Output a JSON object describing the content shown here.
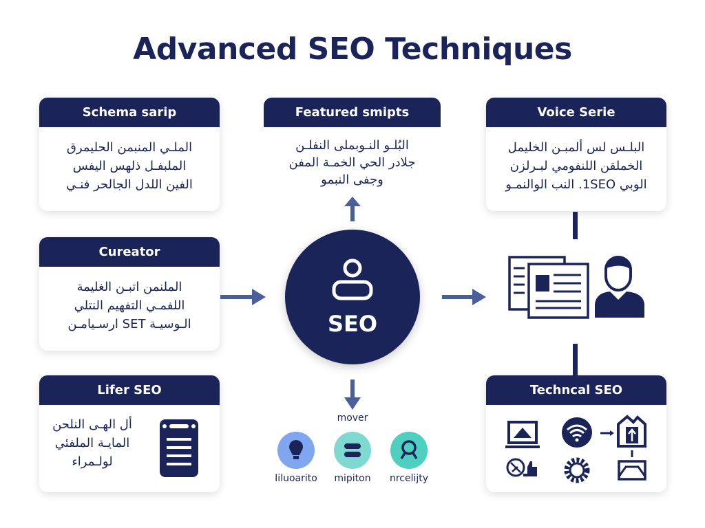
{
  "title": "Advanced SEO Techniques",
  "colors": {
    "navy": "#1b2459",
    "arrow": "#4a5f9a",
    "bubble1": "#7fa6ee",
    "bubble2": "#7fd9d0",
    "bubble3": "#4fcfc0"
  },
  "cards": {
    "schema": {
      "title": "Schema sarip",
      "lines": [
        "الملـي المنبمن الحليمرق",
        "الملبفـل ذلهس اليفس",
        "الفين اللدل الجالحر فنـي"
      ]
    },
    "featured": {
      "title": "Featured smipts",
      "lines": [
        "البُلـو النـوبملى النفلـن",
        "جلادر الحي الخمـة المفن",
        "وجفى النبمو"
      ]
    },
    "voice": {
      "title": "Voice Serie",
      "lines": [
        "البلـس لس ألمبـن الخليمل",
        "الخملقن اللنفومي لبـرلزن",
        "الوبي 1SEO. النب الوالنمـو"
      ]
    },
    "curator": {
      "title": "Cureator",
      "lines": [
        "الملنمن اتبـن الغليمة",
        "اللفمـي التفهيم النتلي",
        "الـوسيـة SET ارسـيامـن"
      ]
    },
    "local": {
      "title": "Lifer SEO",
      "lines": [
        "أل الهـى النلحن",
        "المايـة الملفئي",
        "لولـمراء"
      ],
      "icon": "clipboard-icon"
    },
    "technical": {
      "title": "Techncal SEO",
      "icons": [
        "monitor-icon",
        "wifi-icon",
        "house-upload-icon",
        "no-clock-thumbs-up-icon",
        "gear-icon",
        "tray-icon"
      ]
    }
  },
  "center": {
    "label": "SEO",
    "icon": "user-icon"
  },
  "bottom": {
    "caption": "mover",
    "items": [
      {
        "label": "Iiluoarito",
        "icon": "lightbulb-icon"
      },
      {
        "label": "mipiton",
        "icon": "pill-bars-icon"
      },
      {
        "label": "nrcelijty",
        "icon": "magnifier-icon"
      }
    ]
  }
}
